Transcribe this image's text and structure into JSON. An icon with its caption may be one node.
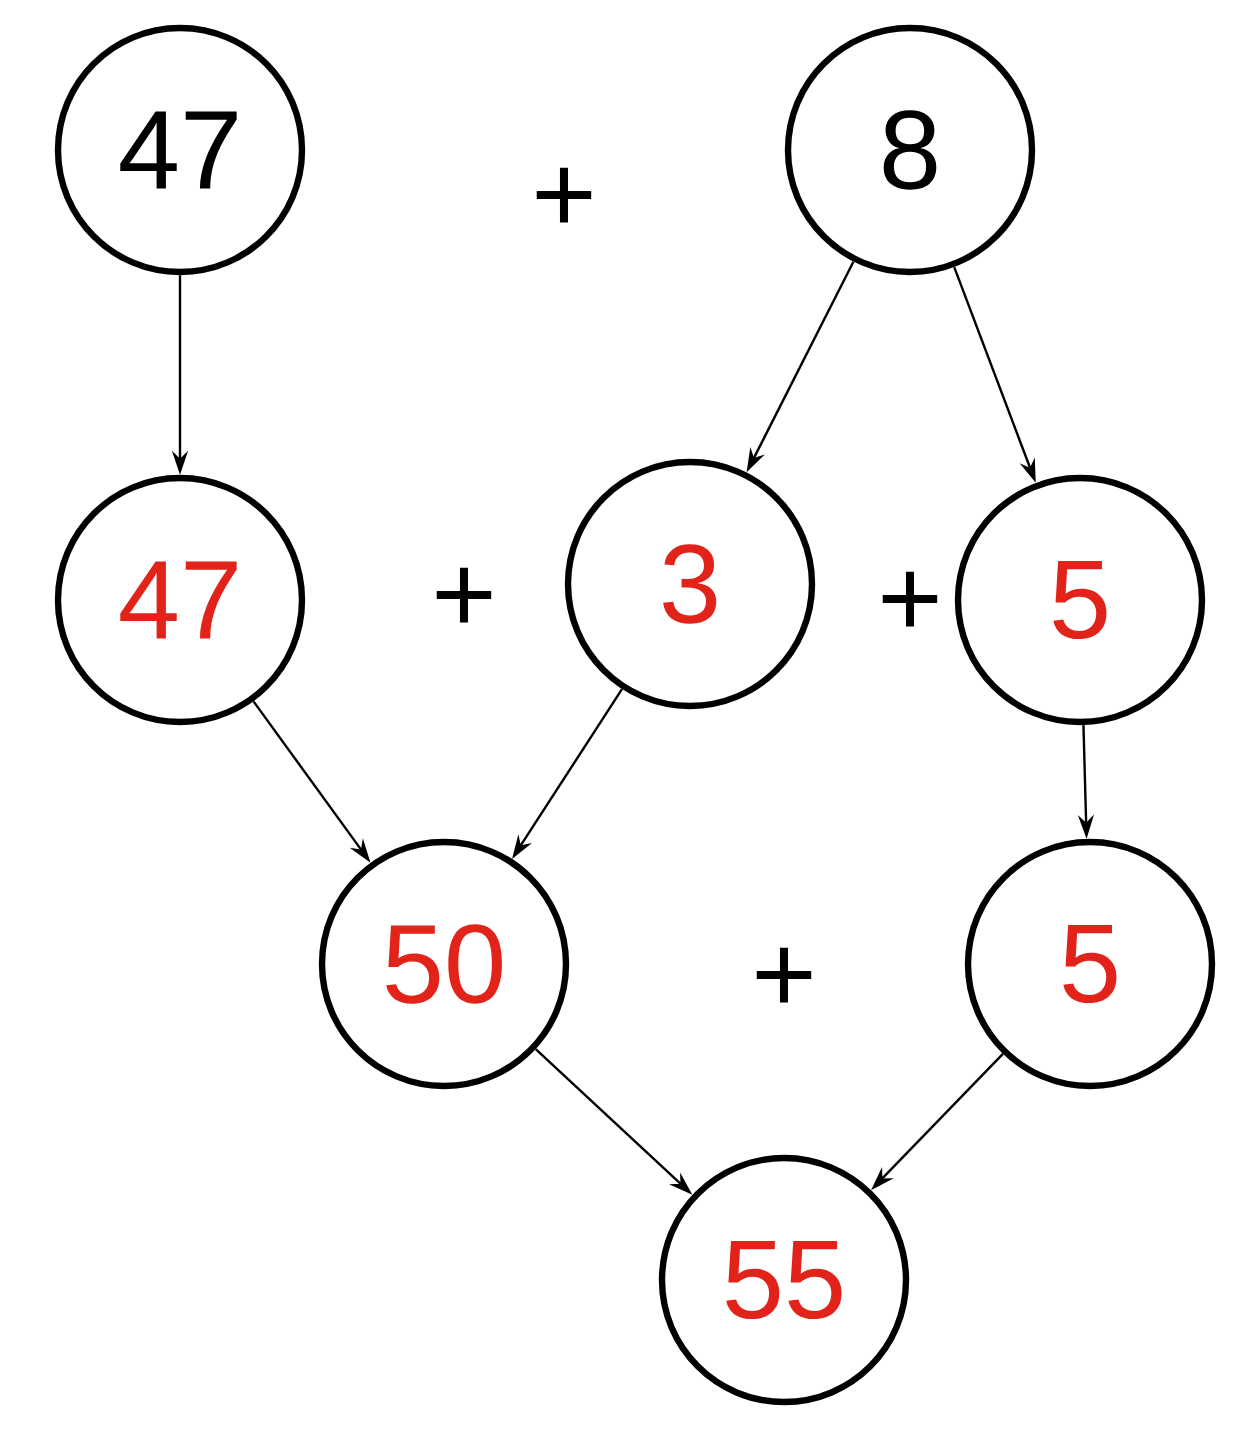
{
  "diagram": {
    "nodes": [
      {
        "text": [
          "47"
        ]
      },
      {
        "text": [
          "8"
        ]
      },
      {
        "text": [
          "47"
        ]
      },
      {
        "text": [
          "3"
        ]
      },
      {
        "text": [
          "5"
        ]
      },
      {
        "text": [
          "50"
        ]
      },
      {
        "text": [
          "5"
        ]
      },
      {
        "text": [
          "55"
        ]
      }
    ],
    "edges": [
      {
        "from": 0,
        "to": 2,
        "arrow": "to"
      },
      {
        "from": 1,
        "to": 3,
        "arrow": "to"
      },
      {
        "from": 1,
        "to": 4,
        "arrow": "to"
      },
      {
        "from": 2,
        "to": 5,
        "arrow": "to"
      },
      {
        "from": 3,
        "to": 5,
        "arrow": "to"
      },
      {
        "from": 4,
        "to": 6,
        "arrow": "to"
      },
      {
        "from": 5,
        "to": 7,
        "arrow": "to"
      },
      {
        "from": 6,
        "to": 7,
        "arrow": "to"
      }
    ],
    "labels": [
      "+",
      "+",
      "+",
      "+"
    ]
  }
}
